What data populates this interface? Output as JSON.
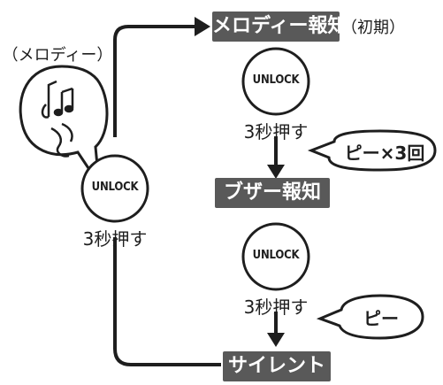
{
  "diagram": {
    "states": {
      "melody": "メロディー報知",
      "melody_note": "（初期）",
      "buzzer": "ブザー報知",
      "silent": "サイレント"
    },
    "unlock_label": "UNLOCK",
    "press_3s": "3秒押す",
    "melody_caption": "（メロディー）",
    "beep_three": "ピー×3回",
    "beep_once": "ピー"
  }
}
